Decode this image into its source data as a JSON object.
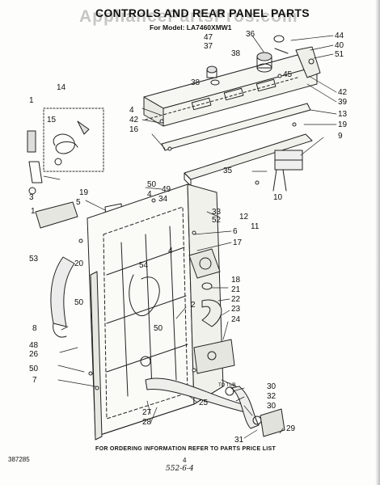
{
  "title": "CONTROLS AND REAR PANEL PARTS",
  "watermark": "AppliancePartsPros.com",
  "model_label": "For Model: LA7460XMW1",
  "footer_note": "FOR ORDERING INFORMATION REFER TO PARTS PRICE LIST",
  "doc_number": "387285",
  "page_number": "4",
  "handwritten_note": "552-6-4",
  "hose_label": "TO TUB",
  "callouts": [
    {
      "id": "c1",
      "text": "44"
    },
    {
      "id": "c2",
      "text": "40"
    },
    {
      "id": "c3",
      "text": "51"
    },
    {
      "id": "c4",
      "text": "36"
    },
    {
      "id": "c5",
      "text": "47"
    },
    {
      "id": "c6",
      "text": "37"
    },
    {
      "id": "c7",
      "text": "38"
    },
    {
      "id": "c8",
      "text": "38"
    },
    {
      "id": "c9",
      "text": "45"
    },
    {
      "id": "c10",
      "text": "42"
    },
    {
      "id": "c11",
      "text": "39"
    },
    {
      "id": "c12",
      "text": "13"
    },
    {
      "id": "c13",
      "text": "19"
    },
    {
      "id": "c14",
      "text": "9"
    },
    {
      "id": "c15",
      "text": "14"
    },
    {
      "id": "c16",
      "text": "1"
    },
    {
      "id": "c17",
      "text": "15"
    },
    {
      "id": "c18",
      "text": "4"
    },
    {
      "id": "c19",
      "text": "42"
    },
    {
      "id": "c20",
      "text": "16"
    },
    {
      "id": "c21",
      "text": "35"
    },
    {
      "id": "c22",
      "text": "10"
    },
    {
      "id": "c23",
      "text": "3"
    },
    {
      "id": "c24",
      "text": "1"
    },
    {
      "id": "c25",
      "text": "19"
    },
    {
      "id": "c26",
      "text": "5"
    },
    {
      "id": "c27",
      "text": "50"
    },
    {
      "id": "c28",
      "text": "49"
    },
    {
      "id": "c29",
      "text": "34"
    },
    {
      "id": "c30",
      "text": "4"
    },
    {
      "id": "c31",
      "text": "33"
    },
    {
      "id": "c32",
      "text": "52"
    },
    {
      "id": "c33",
      "text": "12"
    },
    {
      "id": "c34",
      "text": "11"
    },
    {
      "id": "c35",
      "text": "6"
    },
    {
      "id": "c36",
      "text": "17"
    },
    {
      "id": "c37",
      "text": "53"
    },
    {
      "id": "c38",
      "text": "20"
    },
    {
      "id": "c39",
      "text": "4"
    },
    {
      "id": "c40",
      "text": "54"
    },
    {
      "id": "c41",
      "text": "18"
    },
    {
      "id": "c42",
      "text": "21"
    },
    {
      "id": "c43",
      "text": "22"
    },
    {
      "id": "c44",
      "text": "23"
    },
    {
      "id": "c45",
      "text": "24"
    },
    {
      "id": "c46",
      "text": "2"
    },
    {
      "id": "c47",
      "text": "50"
    },
    {
      "id": "c48",
      "text": "50"
    },
    {
      "id": "c49",
      "text": "8"
    },
    {
      "id": "c50",
      "text": "48"
    },
    {
      "id": "c51",
      "text": "26"
    },
    {
      "id": "c52",
      "text": "50"
    },
    {
      "id": "c53",
      "text": "7"
    },
    {
      "id": "c54",
      "text": "30"
    },
    {
      "id": "c55",
      "text": "32"
    },
    {
      "id": "c56",
      "text": "30"
    },
    {
      "id": "c57",
      "text": "25"
    },
    {
      "id": "c58",
      "text": "27"
    },
    {
      "id": "c59",
      "text": "28"
    },
    {
      "id": "c60",
      "text": "29"
    },
    {
      "id": "c61",
      "text": "31"
    }
  ]
}
